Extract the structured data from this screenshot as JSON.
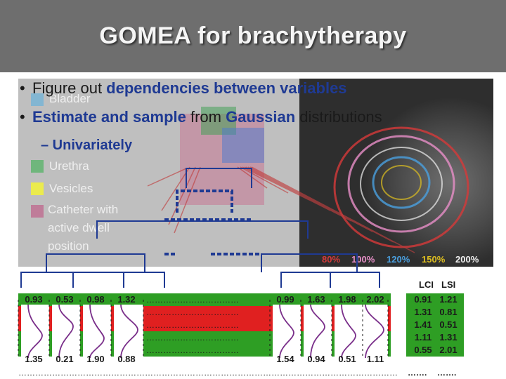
{
  "title": "GOMEA for brachytherapy",
  "bullets": [
    {
      "prefix": "Figure out ",
      "emph": "dependencies between variables",
      "suffix": ""
    },
    {
      "prefix": "",
      "emph": "Estimate and sample",
      "mid": " from ",
      "emph2": "Gaussian",
      "suffix": " distributions"
    }
  ],
  "sub_bullet": "– Univariately",
  "legend": {
    "items": [
      "Bladder",
      "Urethra",
      "Vesicles",
      "Catheter with",
      "active dwell",
      "position"
    ]
  },
  "isodose_labels": [
    "80%",
    "100%",
    "120%",
    "150%",
    "200%"
  ],
  "table": {
    "left_first_row": [
      "0.93",
      "0.53",
      "0.98",
      "1.32"
    ],
    "left_last_row": [
      "1.35",
      "0.21",
      "1.90",
      "0.88"
    ],
    "right_first_row": [
      "0.99",
      "1.63",
      "1.98",
      "2.02"
    ],
    "right_last_row": [
      "1.54",
      "0.94",
      "0.51",
      "1.11"
    ],
    "ellipsis": "……………………………",
    "long_ellipsis": "…………………………………………………………………………………………………………………………………………"
  },
  "lci": {
    "header": "LCI",
    "values": [
      "0.91",
      "1.31",
      "1.41",
      "1.11",
      "0.55"
    ],
    "more": "……."
  },
  "lsi": {
    "header": "LSI",
    "values": [
      "1.21",
      "0.81",
      "0.51",
      "1.31",
      "2.01"
    ],
    "more": "……."
  },
  "colors": {
    "title_bg": "#6e6e6e",
    "emphasis": "#1f3a93",
    "row_green": "#2e9e24",
    "row_red": "#e02020",
    "tree_line": "#1f3a93",
    "fan_line": "#c04040"
  }
}
